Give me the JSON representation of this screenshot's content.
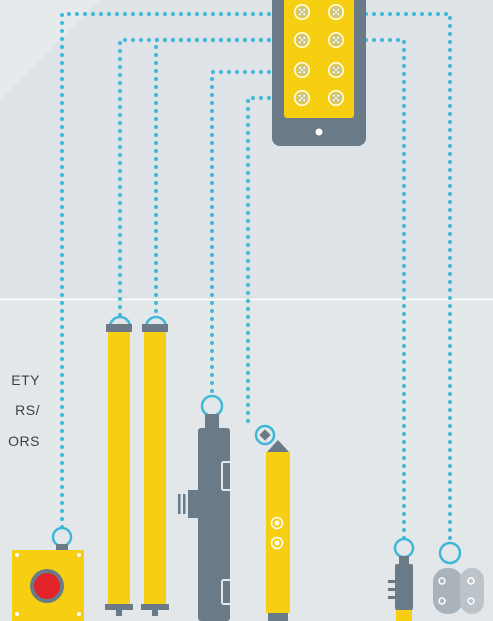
{
  "palette": {
    "background": "#dde3e6",
    "background_panel": "#e4e8ea",
    "divider": "#ffffff",
    "connector_dots": "#3fb8d8",
    "device_yellow": "#f6cf12",
    "device_gray": "#6b7a87",
    "button_red": "#e3232a"
  },
  "label_lines": [
    "ETY",
    "RS/",
    "ORS"
  ],
  "icons": [
    "connection-block-icon",
    "emergency-stop-button-icon",
    "safety-light-curtain-icon",
    "safety-light-curtain-icon",
    "safety-laser-scanner-icon",
    "safety-sensor-bar-icon",
    "safety-switch-icon",
    "door-interlock-icon"
  ]
}
